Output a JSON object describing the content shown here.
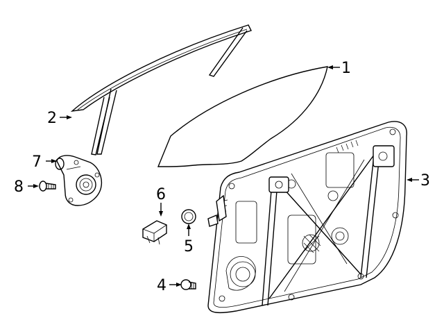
{
  "callouts": [
    {
      "id": "1",
      "label": "1",
      "part": "door-glass"
    },
    {
      "id": "2",
      "label": "2",
      "part": "window-channel-seal"
    },
    {
      "id": "3",
      "label": "3",
      "part": "window-regulator-module"
    },
    {
      "id": "4",
      "label": "4",
      "part": "bolt"
    },
    {
      "id": "5",
      "label": "5",
      "part": "grommet"
    },
    {
      "id": "6",
      "label": "6",
      "part": "clip"
    },
    {
      "id": "7",
      "label": "7",
      "part": "window-motor"
    },
    {
      "id": "8",
      "label": "8",
      "part": "screw"
    }
  ]
}
